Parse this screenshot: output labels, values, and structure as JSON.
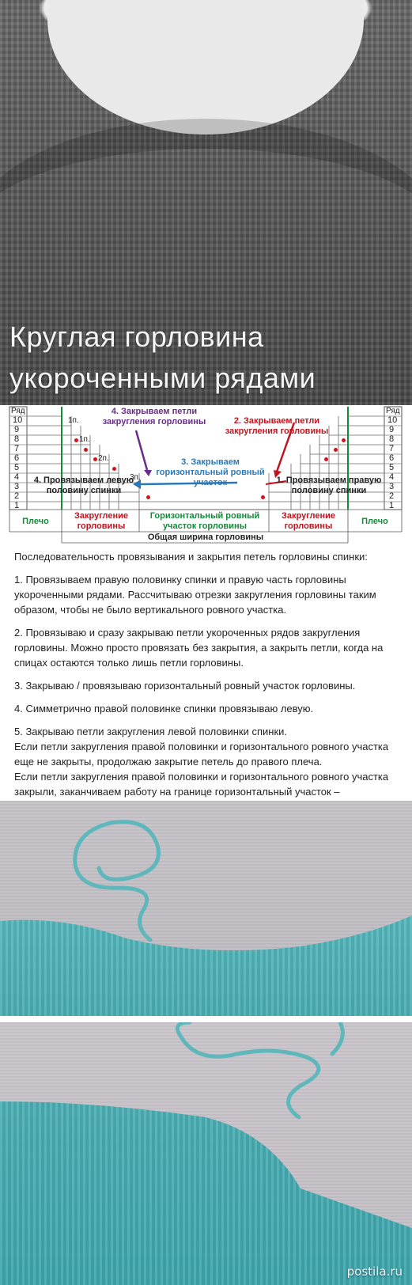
{
  "hero": {
    "title_line1": "Круглая горловина",
    "title_line2": " укороченными рядами"
  },
  "diagram": {
    "row_header": "Ряд",
    "rows": [
      "10",
      "9",
      "8",
      "7",
      "6",
      "5",
      "4",
      "3",
      "2",
      "1"
    ],
    "labels": {
      "step4_close": "4. Закрываем петли закругления горловины",
      "step2_close": "2. Закрываем петли закругления горловины",
      "step3_close": "3. Закрываем горизонтальный ровный участок",
      "step4_knit": "4. Провязываем левую половину спинки",
      "step1_knit": "1. Провязываем правую половину спинки",
      "shoulder_left": "Плечо",
      "shoulder_right": "Плечо",
      "rounding_left": "Закругление горловины",
      "rounding_right": "Закругление горловины",
      "horizontal": "Горизонтальный ровный участок горловины",
      "total": "Общая ширина горловины",
      "p1": "1п.",
      "p1b": "1п.",
      "p2": "2п.",
      "p3": "3п."
    }
  },
  "text": {
    "intro": "Последовательность провязывания и закрытия петель горловины спинки:",
    "p1": "1. Провязываем правую половинку спинки и правую часть горловины укороченными рядами. Рассчитываю отрезки закругления горловины таким образом, чтобы не было вертикального ровного участка.",
    "p2": "2. Провязываю и сразу закрываю петли укороченных рядов закругления горловины. Можно просто провязать без закрытия, а закрыть петли, когда на спицах остаются только лишь петли горловины.",
    "p3": "3. Закрываю / провязываю горизонтальный ровный участок горловины.",
    "p4": "4. Симметрично правой половинке спинки провязываю левую.",
    "p5a": "5. Закрываю петли закругления левой половинки спинки.",
    "p5b": "Если петли закругления правой половинки и горизонтального ровного участка еще не закрыты, продолжаю закрытие петель до правого плеча.",
    "p5c": "Если петли закругления правой половинки и горизонтального ровного участка закрыли, заканчиваем работу на границе горизонтальный участок – закругление левой половинки. Фото →"
  },
  "watermark": "postila.ru",
  "colors": {
    "red": "#c0141e",
    "blue": "#2a78b5",
    "purple": "#6a2c8a",
    "green": "#148a3a"
  }
}
